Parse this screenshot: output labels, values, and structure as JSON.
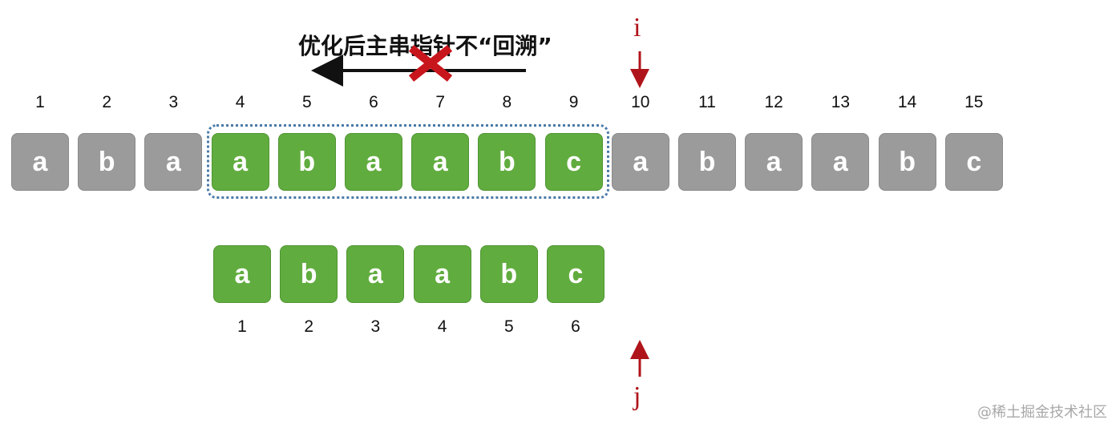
{
  "title": "优化后主串指针不“回溯”",
  "main_string": {
    "indices": [
      "1",
      "2",
      "3",
      "4",
      "5",
      "6",
      "7",
      "8",
      "9",
      "10",
      "11",
      "12",
      "13",
      "14",
      "15"
    ],
    "chars": [
      "a",
      "b",
      "a",
      "a",
      "b",
      "a",
      "a",
      "b",
      "c",
      "a",
      "b",
      "a",
      "a",
      "b",
      "c"
    ],
    "highlighted": [
      4,
      5,
      6,
      7,
      8,
      9
    ]
  },
  "pattern_string": {
    "indices": [
      "1",
      "2",
      "3",
      "4",
      "5",
      "6"
    ],
    "chars": [
      "a",
      "b",
      "a",
      "a",
      "b",
      "c"
    ]
  },
  "pointer_i": "i",
  "pointer_j": "j",
  "watermark": "@稀土掘金技术社区",
  "colors": {
    "gray": "#9b9b9b",
    "green": "#61ac3f",
    "pointer": "#b0141b",
    "dotted": "#4a7aa8",
    "cross": "#c8161d"
  }
}
